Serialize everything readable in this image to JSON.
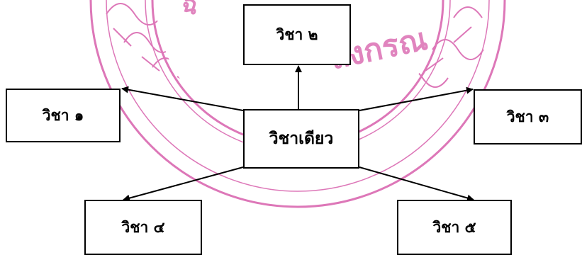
{
  "watermark": {
    "description_color": "#dd77b8",
    "text": "ลงกรณ"
  },
  "diagram": {
    "center": "วิชาเดียว",
    "nodes": [
      "วิชา ๑",
      "วิชา ๒",
      "วิชา ๓",
      "วิชา ๔",
      "วิชา ๕"
    ]
  }
}
